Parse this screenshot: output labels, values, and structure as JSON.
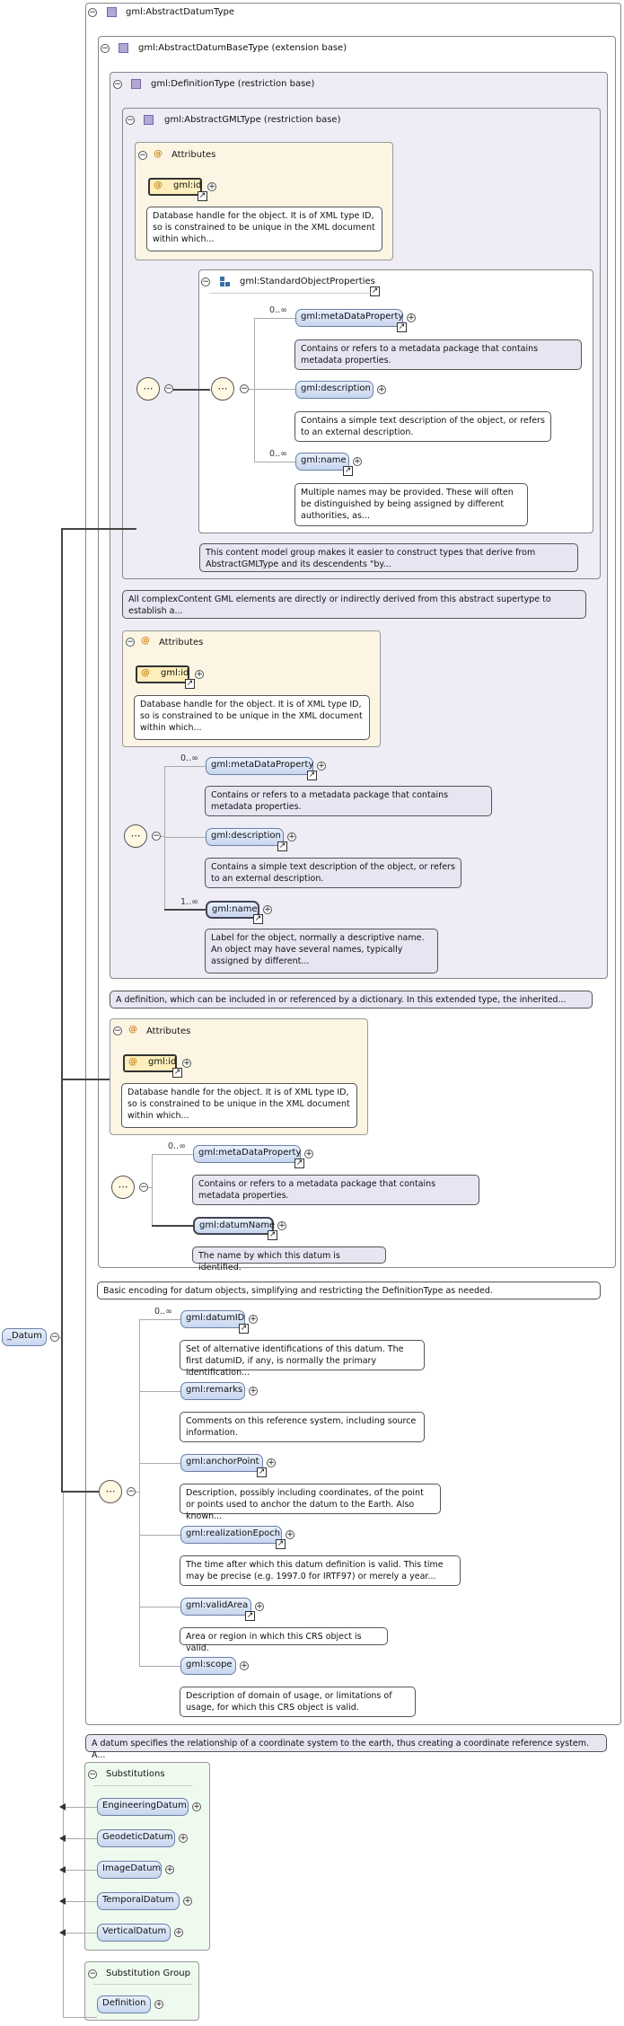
{
  "diagram": {
    "root": "_Datum",
    "abstract_datum_type": "gml:AbstractDatumType",
    "abstract_datum_base_type": "gml:AbstractDatumBaseType (extension base)",
    "definition_type": "gml:DefinitionType (restriction base)",
    "abstract_gml_type": "gml:AbstractGMLType (restriction base)",
    "attributes_label": "Attributes",
    "gml_id": "gml:id",
    "gml_id_desc": "Database handle for the object. It is of XML type ID, so is constrained to be unique in the XML document within which...",
    "standard_object_properties": "gml:StandardObjectProperties",
    "meta_data_property": "gml:metaDataProperty",
    "meta_data_property_desc": "Contains or refers to a metadata package that contains metadata properties.",
    "description": "gml:description",
    "description_desc": "Contains a simple text description of the object, or refers to an external description.",
    "name": "gml:name",
    "name_desc_gml": "Multiple names may be provided. These will often be distinguished by being assigned by different authorities, as...",
    "sop_desc": "This content model group makes it easier to construct types that derive from AbstractGMLType and its descendents \"by...",
    "gml_type_desc": "All complexContent GML elements are directly or indirectly derived from this abstract supertype to establish a...",
    "name_desc_def": "Label for the object, normally a descriptive name. An object may have several names, typically assigned by different...",
    "definition_desc": "A definition, which can be included in or referenced by a dictionary. In this extended type, the inherited...",
    "datum_name": "gml:datumName",
    "datum_name_desc": "The name by which this datum is identified.",
    "base_type_desc": "Basic encoding for datum objects, simplifying and restricting the DefinitionType as needed.",
    "datum_id": "gml:datumID",
    "datum_id_desc": "Set of alternative identifications of this datum. The first datumID, if any, is normally the primary identification...",
    "remarks": "gml:remarks",
    "remarks_desc": "Comments on this reference system, including source information.",
    "anchor_point": "gml:anchorPoint",
    "anchor_point_desc": "Description, possibly including coordinates, of the point or points used to anchor the datum to the Earth. Also known...",
    "realization_epoch": "gml:realizationEpoch",
    "realization_epoch_desc": "The time after which this datum definition is valid. This time may be precise (e.g. 1997.0 for IRTF97) or merely a year...",
    "valid_area": "gml:validArea",
    "valid_area_desc": "Area or region in which this CRS object is valid.",
    "scope": "gml:scope",
    "scope_desc": "Description of domain of usage, or limitations of usage, for which this CRS object is valid.",
    "datum_type_desc": "A datum specifies the relationship of a coordinate system to the earth, thus creating a coordinate reference system. A...",
    "substitutions_label": "Substitutions",
    "substitutions": [
      "EngineeringDatum",
      "GeodeticDatum",
      "ImageDatum",
      "TemporalDatum",
      "VerticalDatum"
    ],
    "substitution_group_label": "Substitution Group",
    "substitution_group": "Definition",
    "mult_0_inf": "0..∞",
    "mult_1_inf": "1..∞"
  }
}
